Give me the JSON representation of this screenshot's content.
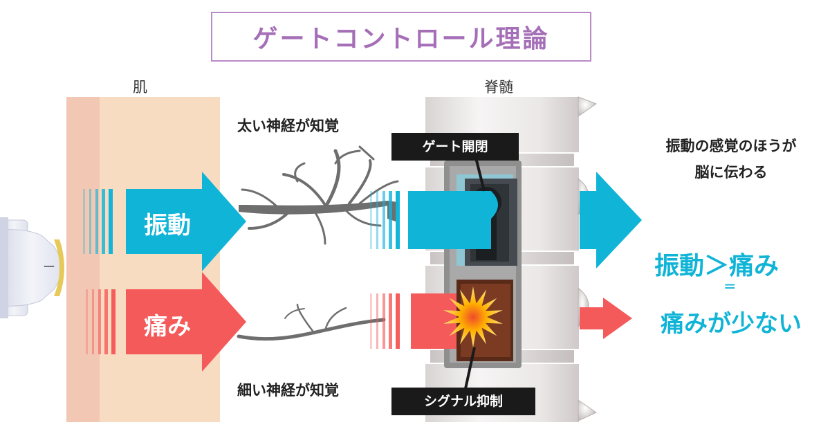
{
  "title": "ゲートコントロール理論",
  "labels": {
    "skin": "肌",
    "spine": "脊髄",
    "thick_nerve": "太い神経が知覚",
    "thin_nerve": "細い神経が知覚"
  },
  "arrows": {
    "vibration": "振動",
    "pain": "痛み"
  },
  "callouts": {
    "gate": "ゲート開閉",
    "signal": "シグナル抑制"
  },
  "result": {
    "note_line1": "振動の感覚のほうが",
    "note_line2": "脳に伝わる",
    "comparison": "振動＞痛み",
    "equals": "=",
    "conclusion": "痛みが少ない"
  },
  "device": {
    "mark": "ー"
  },
  "colors": {
    "vibration": "#10b4d7",
    "pain": "#f55a5a",
    "skin": "#f8dcc2",
    "skin_dark": "#f2c7b3",
    "title": "#a56fb8",
    "nerve": "#6e6e6e"
  }
}
